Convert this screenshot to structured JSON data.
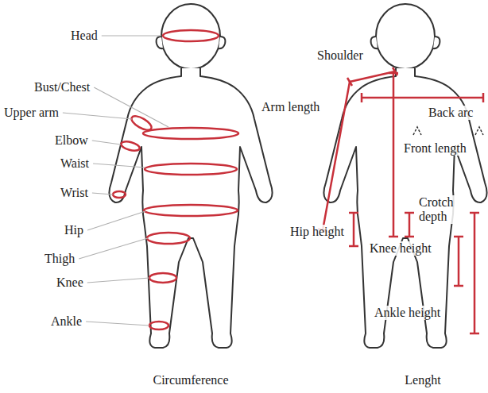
{
  "diagram": {
    "labels": [
      "Head",
      "Bust/Chest",
      "Upper arm",
      "Elbow",
      "Waist",
      "Wrist",
      "Hip",
      "Thigh",
      "Knee",
      "Ankle",
      "Shoulder",
      "Arm length",
      "Back arc",
      "Front length",
      "Crotch depth",
      "Hip height",
      "Knee height",
      "Ankle height",
      "Circumference",
      "Lenght"
    ]
  }
}
